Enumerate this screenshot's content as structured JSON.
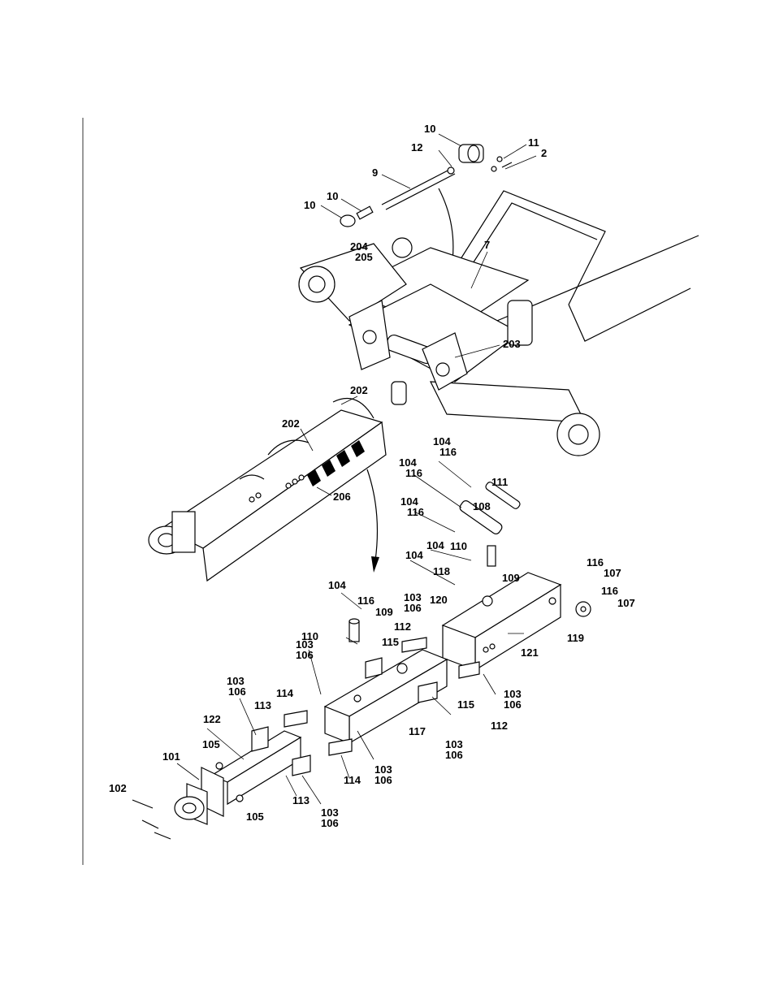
{
  "callouts": {
    "c1": "10",
    "c2": "11",
    "c3": "12",
    "c4": "2",
    "c5": "9",
    "c6": "10",
    "c7": "10",
    "c8": "204",
    "c9": "205",
    "c10": "7",
    "c11": "203",
    "c12": "202",
    "c13": "202",
    "c14": "206",
    "c15": "104",
    "c16": "116",
    "c17": "104",
    "c18": "116",
    "c19": "111",
    "c20": "104",
    "c21": "116",
    "c22": "108",
    "c23": "104",
    "c24": "110",
    "c25": "104",
    "c26": "109",
    "c27": "118",
    "c28": "116",
    "c29": "107",
    "c30": "103",
    "c31": "106",
    "c32": "120",
    "c33": "116",
    "c34": "107",
    "c35": "104",
    "c36": "116",
    "c37": "109",
    "c38": "112",
    "c39": "119",
    "c40": "110",
    "c41": "103",
    "c42": "106",
    "c43": "115",
    "c44": "121",
    "c45": "103",
    "c46": "106",
    "c47": "113",
    "c48": "114",
    "c49": "115",
    "c50": "103",
    "c51": "106",
    "c52": "112",
    "c53": "122",
    "c54": "117",
    "c55": "103",
    "c56": "106",
    "c57": "105",
    "c58": "103",
    "c59": "106",
    "c60": "101",
    "c61": "114",
    "c62": "102",
    "c63": "113",
    "c64": "105",
    "c65": "103",
    "c66": "106"
  }
}
